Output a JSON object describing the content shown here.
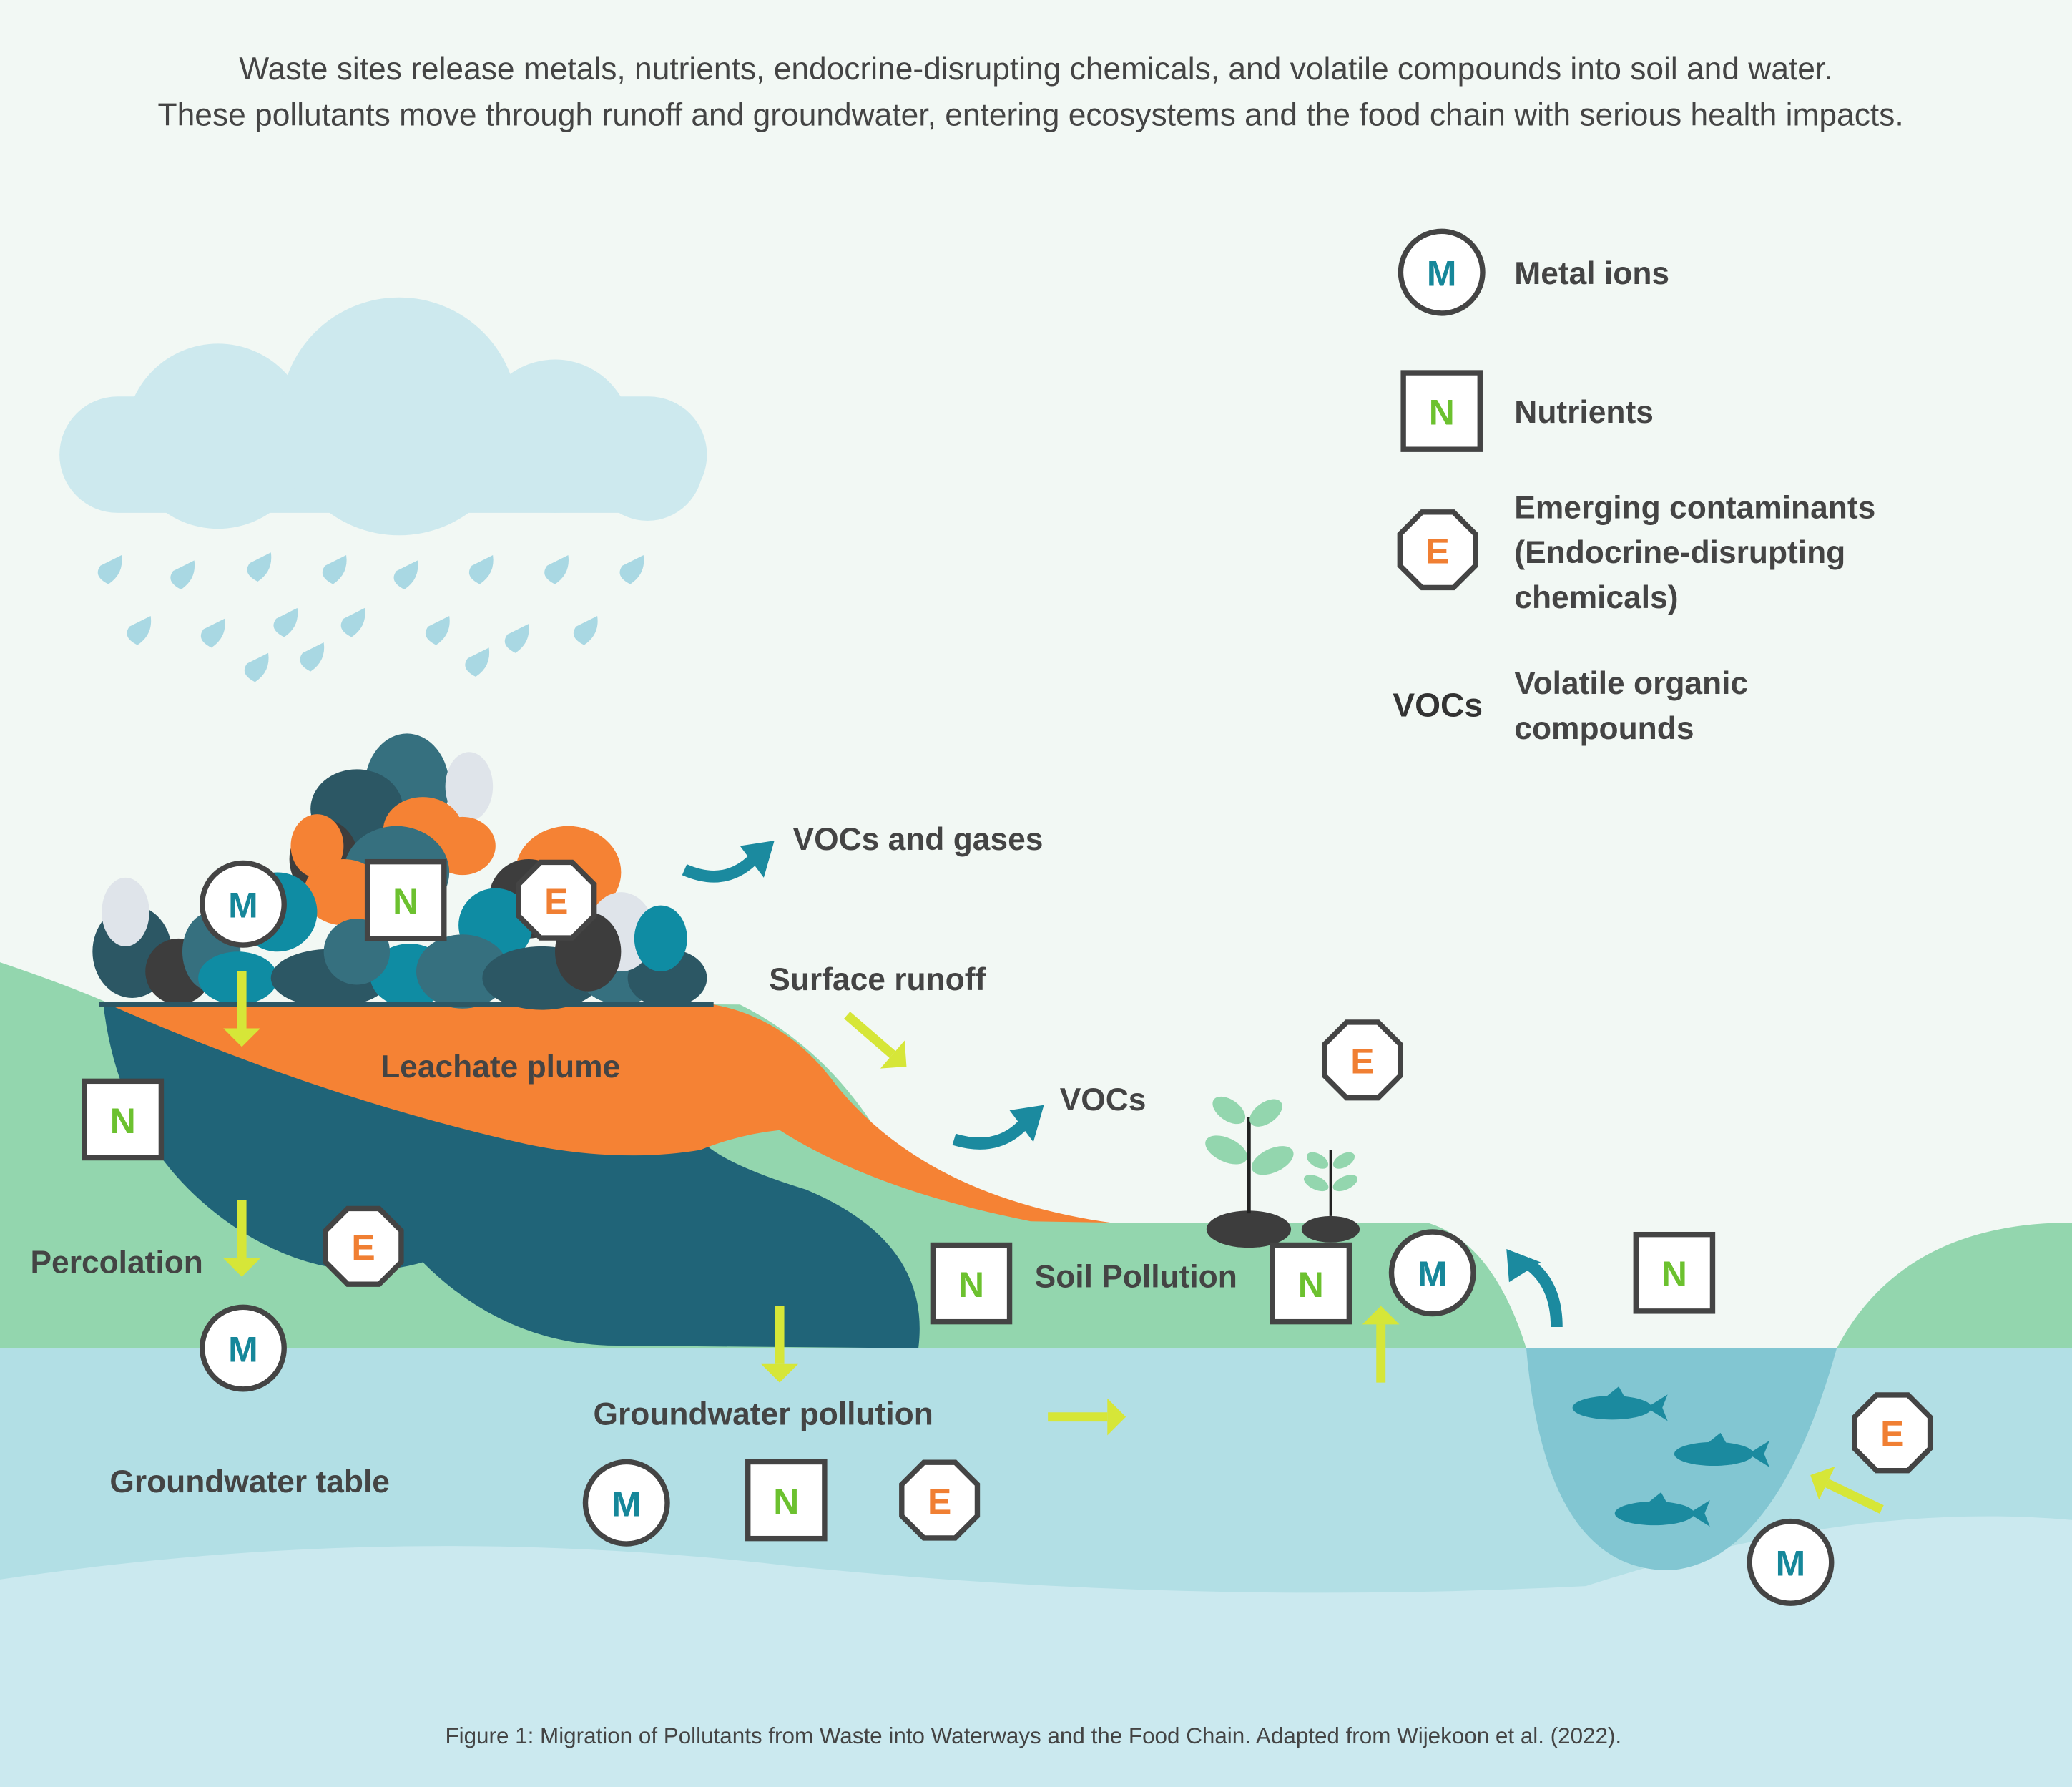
{
  "header": {
    "line1": "Waste sites release metals, nutrients, endocrine-disrupting chemicals, and volatile compounds into soil and water.",
    "line2": "These pollutants move through runoff and groundwater, entering ecosystems and the food chain with serious health impacts."
  },
  "symbols": {
    "metal": "M",
    "nutrient": "N",
    "emerging": "E",
    "vocs": "VOCs"
  },
  "legend": {
    "metal": "Metal ions",
    "nutrient": "Nutrients",
    "emerging": [
      "Emerging contaminants",
      "(Endocrine-disrupting",
      "chemicals)"
    ],
    "vocs": [
      "Volatile organic",
      "compounds"
    ]
  },
  "labels": {
    "vocs_gases": "VOCs and gases",
    "surface_runoff": "Surface runoff",
    "vocs": "VOCs",
    "leachate": "Leachate plume",
    "percolation": "Percolation",
    "soil_pollution": "Soil Pollution",
    "groundwater_pollution": "Groundwater pollution",
    "groundwater_table": "Groundwater table"
  },
  "caption": "Figure 1: Migration of Pollutants from Waste into Waterways and the Food Chain. Adapted from Wijekoon et al. (2022).",
  "colors": {
    "metal": "#16879a",
    "nutrient": "#6cc12f",
    "emerging": "#f07f33",
    "outline": "#444444",
    "arrow": "#d6e638",
    "teal_arrow": "#1b8a9f"
  }
}
